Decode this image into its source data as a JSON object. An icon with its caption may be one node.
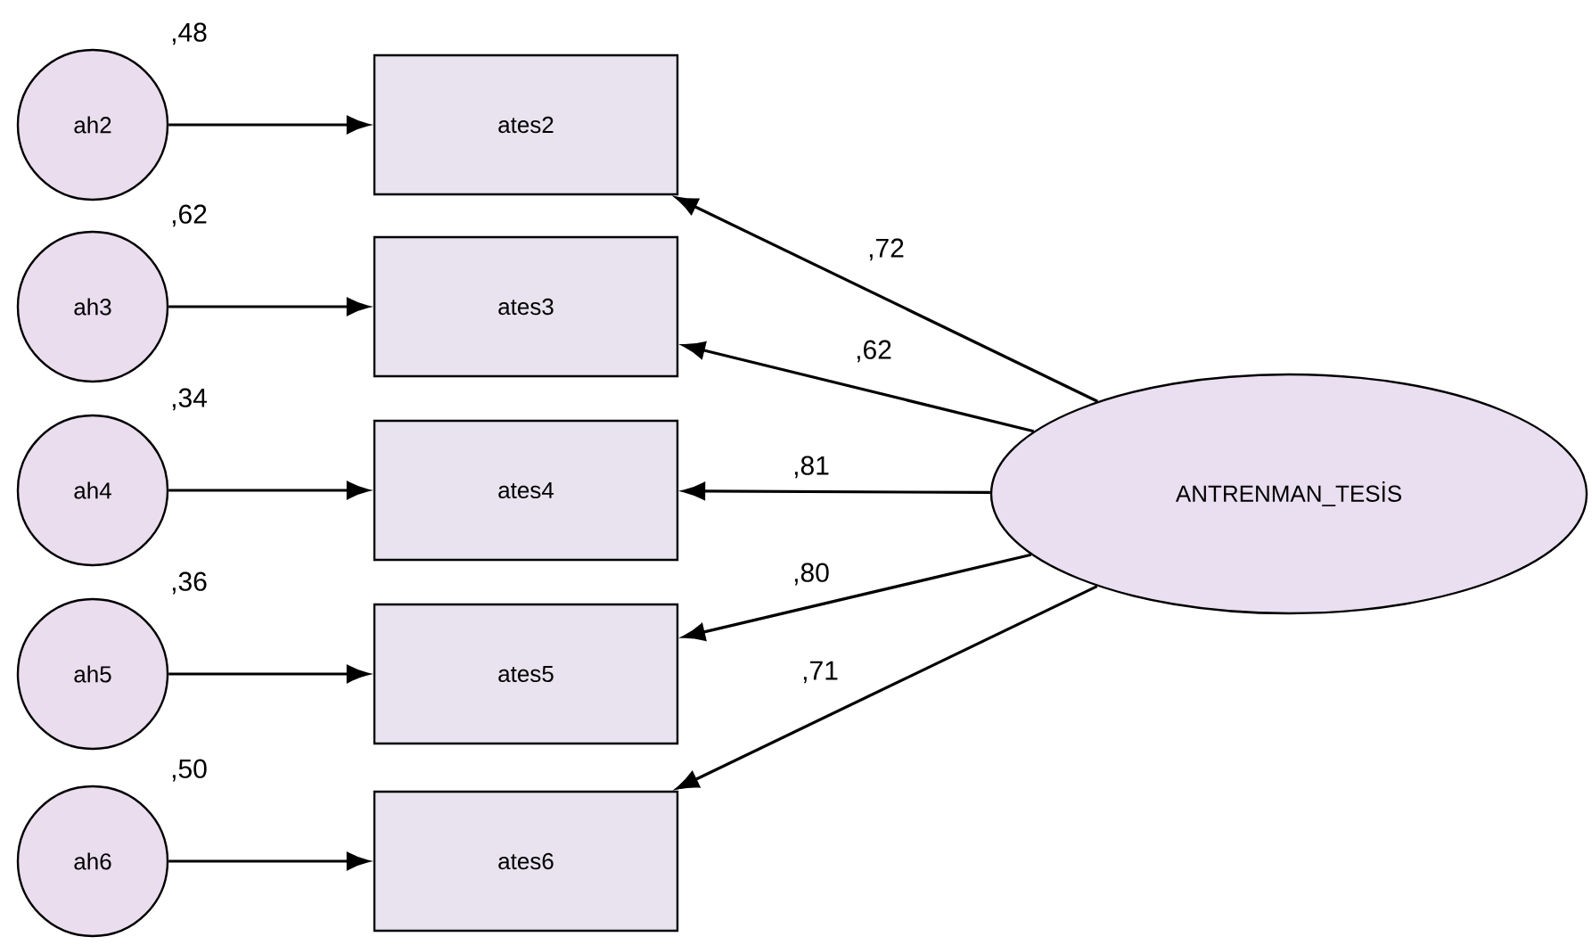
{
  "diagram": {
    "nodes": [
      {
        "text": [
          "ah2"
        ],
        "beside": [
          ",48"
        ]
      },
      {
        "text": [
          "ah3"
        ],
        "beside": [
          ",62"
        ]
      },
      {
        "text": [
          "ah4"
        ],
        "beside": [
          ",34"
        ]
      },
      {
        "text": [
          "ah5"
        ],
        "beside": [
          ",36"
        ]
      },
      {
        "text": [
          "ah6"
        ],
        "beside": [
          ",50"
        ]
      },
      {
        "text": [
          "ates2"
        ]
      },
      {
        "text": [
          "ates3"
        ]
      },
      {
        "text": [
          "ates4"
        ]
      },
      {
        "text": [
          "ates5"
        ]
      },
      {
        "text": [
          "ates6"
        ]
      },
      {
        "text": [
          "ANTRENMAN_TESİS"
        ]
      }
    ],
    "edges": [
      {
        "from": 0,
        "to": 5,
        "arrow": "to"
      },
      {
        "from": 1,
        "to": 6,
        "arrow": "to"
      },
      {
        "from": 2,
        "to": 7,
        "arrow": "to"
      },
      {
        "from": 3,
        "to": 8,
        "arrow": "to"
      },
      {
        "from": 4,
        "to": 9,
        "arrow": "to"
      },
      {
        "from": 10,
        "to": 5,
        "arrow": "to",
        "label": ",72"
      },
      {
        "from": 10,
        "to": 6,
        "arrow": "to",
        "label": ",62"
      },
      {
        "from": 10,
        "to": 7,
        "arrow": "to",
        "label": ",81"
      },
      {
        "from": 10,
        "to": 8,
        "arrow": "to",
        "label": ",80"
      },
      {
        "from": 10,
        "to": 9,
        "arrow": "to",
        "label": ",71"
      }
    ]
  }
}
